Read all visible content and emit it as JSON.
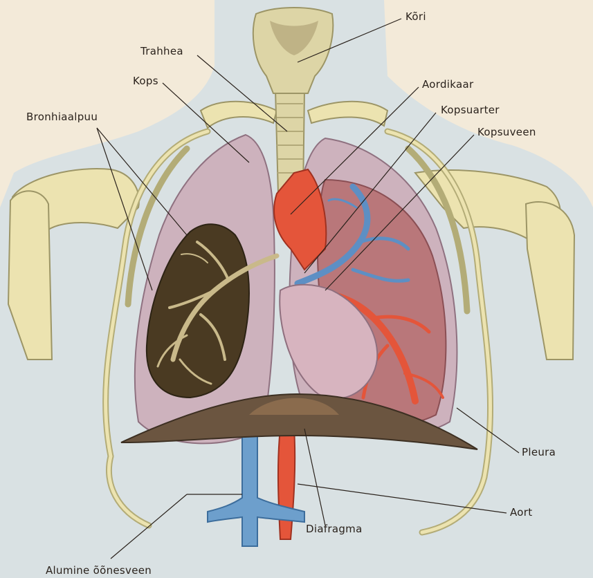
{
  "labels": {
    "kori": "Kõri",
    "trahhea": "Trahhea",
    "kops": "Kops",
    "bronhiaalpuu": "Bronhiaalpuu",
    "aordikaar": "Aordikaar",
    "kopsuarter": "Kopsuarter",
    "kopsuveen": "Kopsuveen",
    "pleura": "Pleura",
    "aort": "Aort",
    "diafragma": "Diafragma",
    "alumine_oonesveen": "Alumine õõnesveen"
  },
  "colors": {
    "paper": "#f3ead9",
    "body_silhouette": "#d9e1e3",
    "bone": "#e3dcaf",
    "bone_outline": "#9c9566",
    "lung_outer": "#cdb2bd",
    "lung_dark_section": "#4a3a22",
    "bronchi": "#c9b98a",
    "artery_red": "#e4553a",
    "vein_blue": "#5d8fc4",
    "diaphragm": "#6b5540",
    "label_text": "#2a221c"
  }
}
